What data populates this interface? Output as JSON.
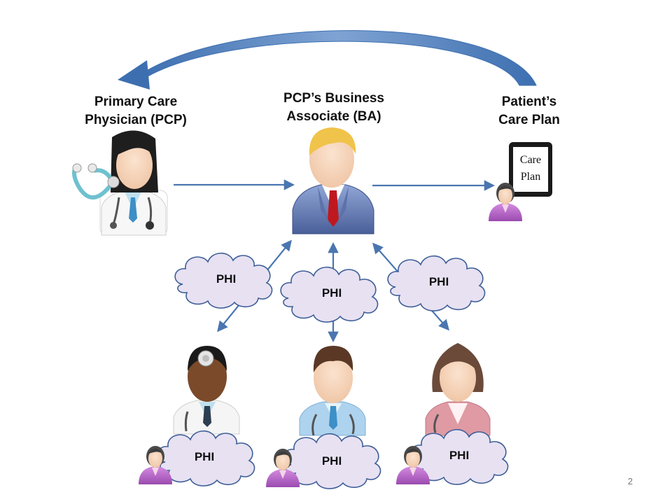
{
  "labels": {
    "pcp": [
      "Primary Care",
      "Physician (PCP)"
    ],
    "ba": [
      "PCP’s Business",
      "Associate (BA)"
    ],
    "patient_plan": [
      "Patient’s",
      "Care Plan"
    ]
  },
  "tablet": {
    "line1": "Care",
    "line2": "Plan"
  },
  "phi_label": "PHI",
  "page_number": "2",
  "colors": {
    "arrow": "#4a76b0",
    "cloud_fill": "#e7e1f2",
    "cloud_stroke": "#3f5f97",
    "tie": "#c0181f"
  }
}
